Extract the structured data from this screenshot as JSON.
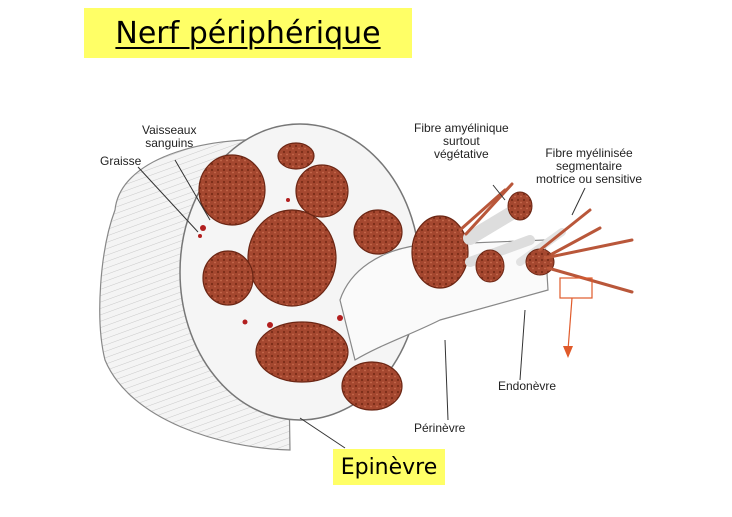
{
  "title": "Nerf périphérique",
  "labels": {
    "vaisseaux": "Vaisseaux\nsanguins",
    "graisse": "Graisse",
    "fibre_amyelinique": "Fibre amyélinique\nsurtout\nvégétative",
    "fibre_myelinisee": "Fibre myélinisée\nsegmentaire\nmotrice ou sensitive",
    "endonevre": "Endonèvre",
    "perinevre": "Périnèvre",
    "epinevre": "Epinèvre"
  },
  "colors": {
    "highlight": "#ffff66",
    "fascicle": "#a4472f",
    "fascicle_dark": "#7a2c18",
    "sheath": "#eeeeee",
    "arrow": "#e05a2a"
  }
}
